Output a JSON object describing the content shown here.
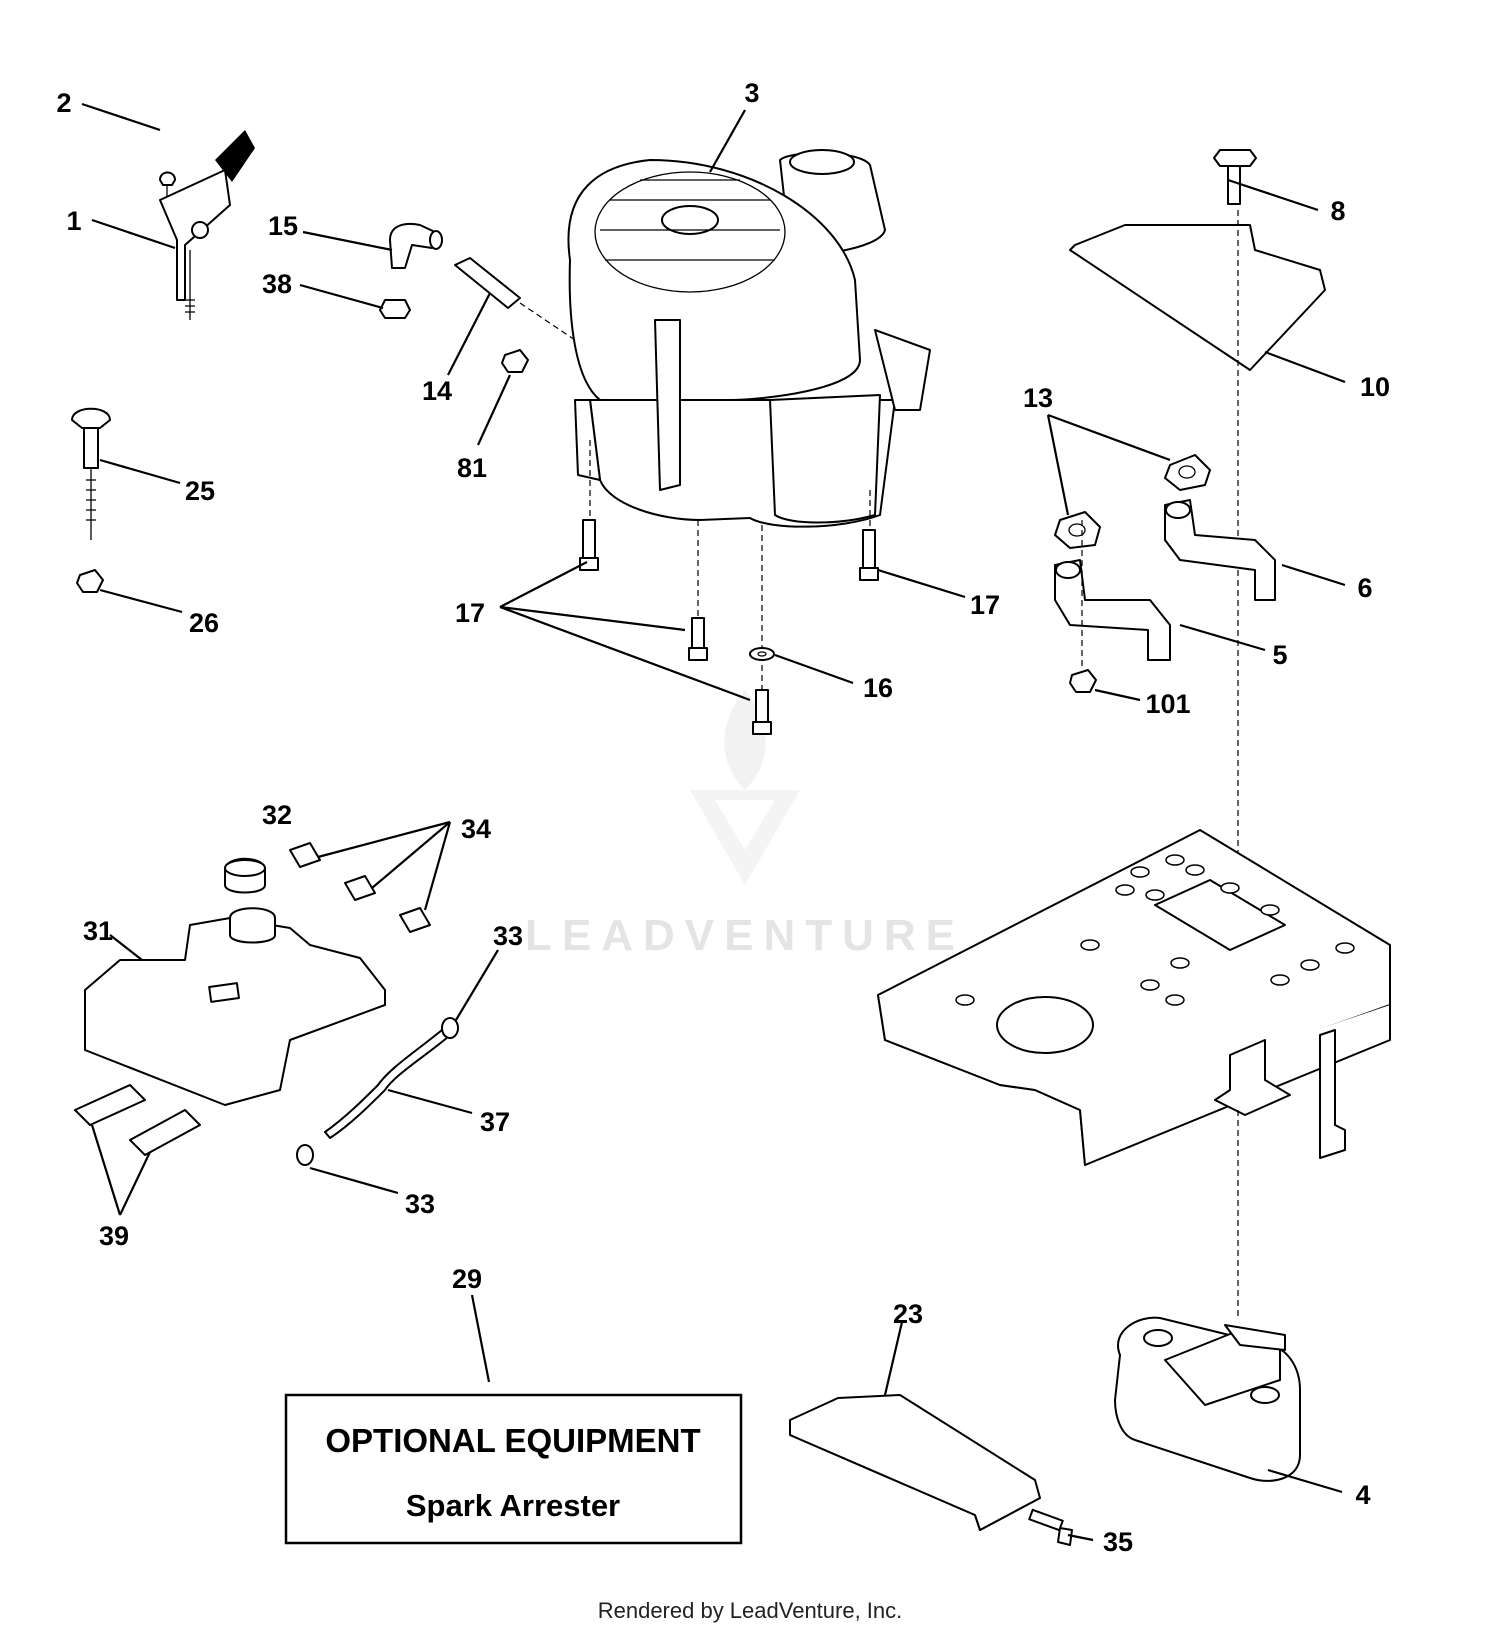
{
  "callouts": {
    "c1": "1",
    "c2": "2",
    "c3": "3",
    "c4": "4",
    "c5": "5",
    "c6": "6",
    "c8": "8",
    "c10": "10",
    "c13": "13",
    "c14": "14",
    "c15": "15",
    "c16": "16",
    "c17a": "17",
    "c17b": "17",
    "c23": "23",
    "c25": "25",
    "c26": "26",
    "c29": "29",
    "c31": "31",
    "c32": "32",
    "c33a": "33",
    "c33b": "33",
    "c34": "34",
    "c35": "35",
    "c37": "37",
    "c38": "38",
    "c39": "39",
    "c81": "81",
    "c101": "101"
  },
  "optional_box": {
    "title": "OPTIONAL EQUIPMENT",
    "subtitle": "Spark Arrester"
  },
  "watermark": "LEADVENTURE",
  "footer": "Rendered by LeadVenture, Inc.",
  "colors": {
    "ink": "#000000",
    "watermark": "#e4e4e4",
    "background": "#ffffff"
  }
}
